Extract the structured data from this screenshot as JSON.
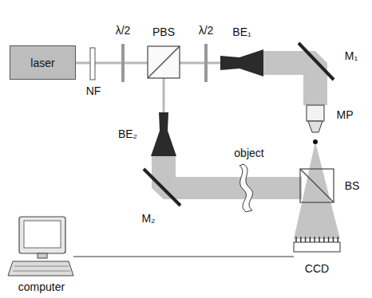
{
  "diagram": {
    "nodes": [
      {
        "text": [
          "laser"
        ]
      }
    ],
    "labels": [
      "NF",
      "λ/2",
      "PBS",
      "λ/2",
      "BE₁",
      "M₁",
      "MP",
      "BE₂",
      "M₂",
      "object",
      "BS",
      "CCD",
      "computer"
    ]
  }
}
